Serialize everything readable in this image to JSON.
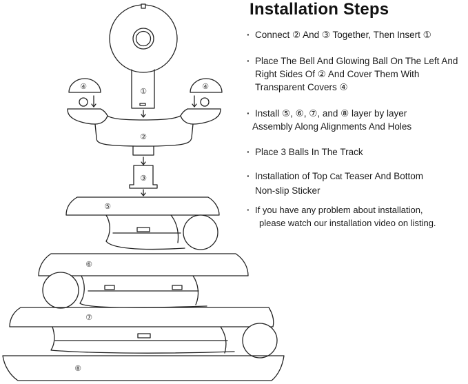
{
  "labels": {
    "part1": "①",
    "part2": "②",
    "part3": "③",
    "part4_left": "④",
    "part4_right": "④",
    "part5": "⑤",
    "part6": "⑥",
    "part7": "⑦",
    "part8": "⑧"
  },
  "instructions": {
    "title": "Installation Steps",
    "bullet": "·",
    "step1": {
      "line1": "Connect ② And ③ Together, Then Insert ①"
    },
    "step2": {
      "line1": "Place The Bell And Glowing Ball On The Left And",
      "line2": "Right Sides Of ② And Cover Them With",
      "line3": "Transparent Covers ④"
    },
    "step3": {
      "line1": "Install ⑤, ⑥, ⑦, and ⑧ layer by layer",
      "line2": "Assembly Along Alignments And Holes"
    },
    "step4": {
      "line1": "Place 3 Balls In The Track"
    },
    "step5": {
      "line1a": "Installation of Top ",
      "line1b": "Cat",
      "line1c": " Teaser And Bottom",
      "line2a": "Non-slip ",
      "line2b": "Sticker"
    },
    "step6": {
      "line1": "If you have any problem about installation,",
      "line2": "please watch our installation video on listing."
    }
  },
  "colors": {
    "line": "#222222",
    "background": "#ffffff"
  }
}
